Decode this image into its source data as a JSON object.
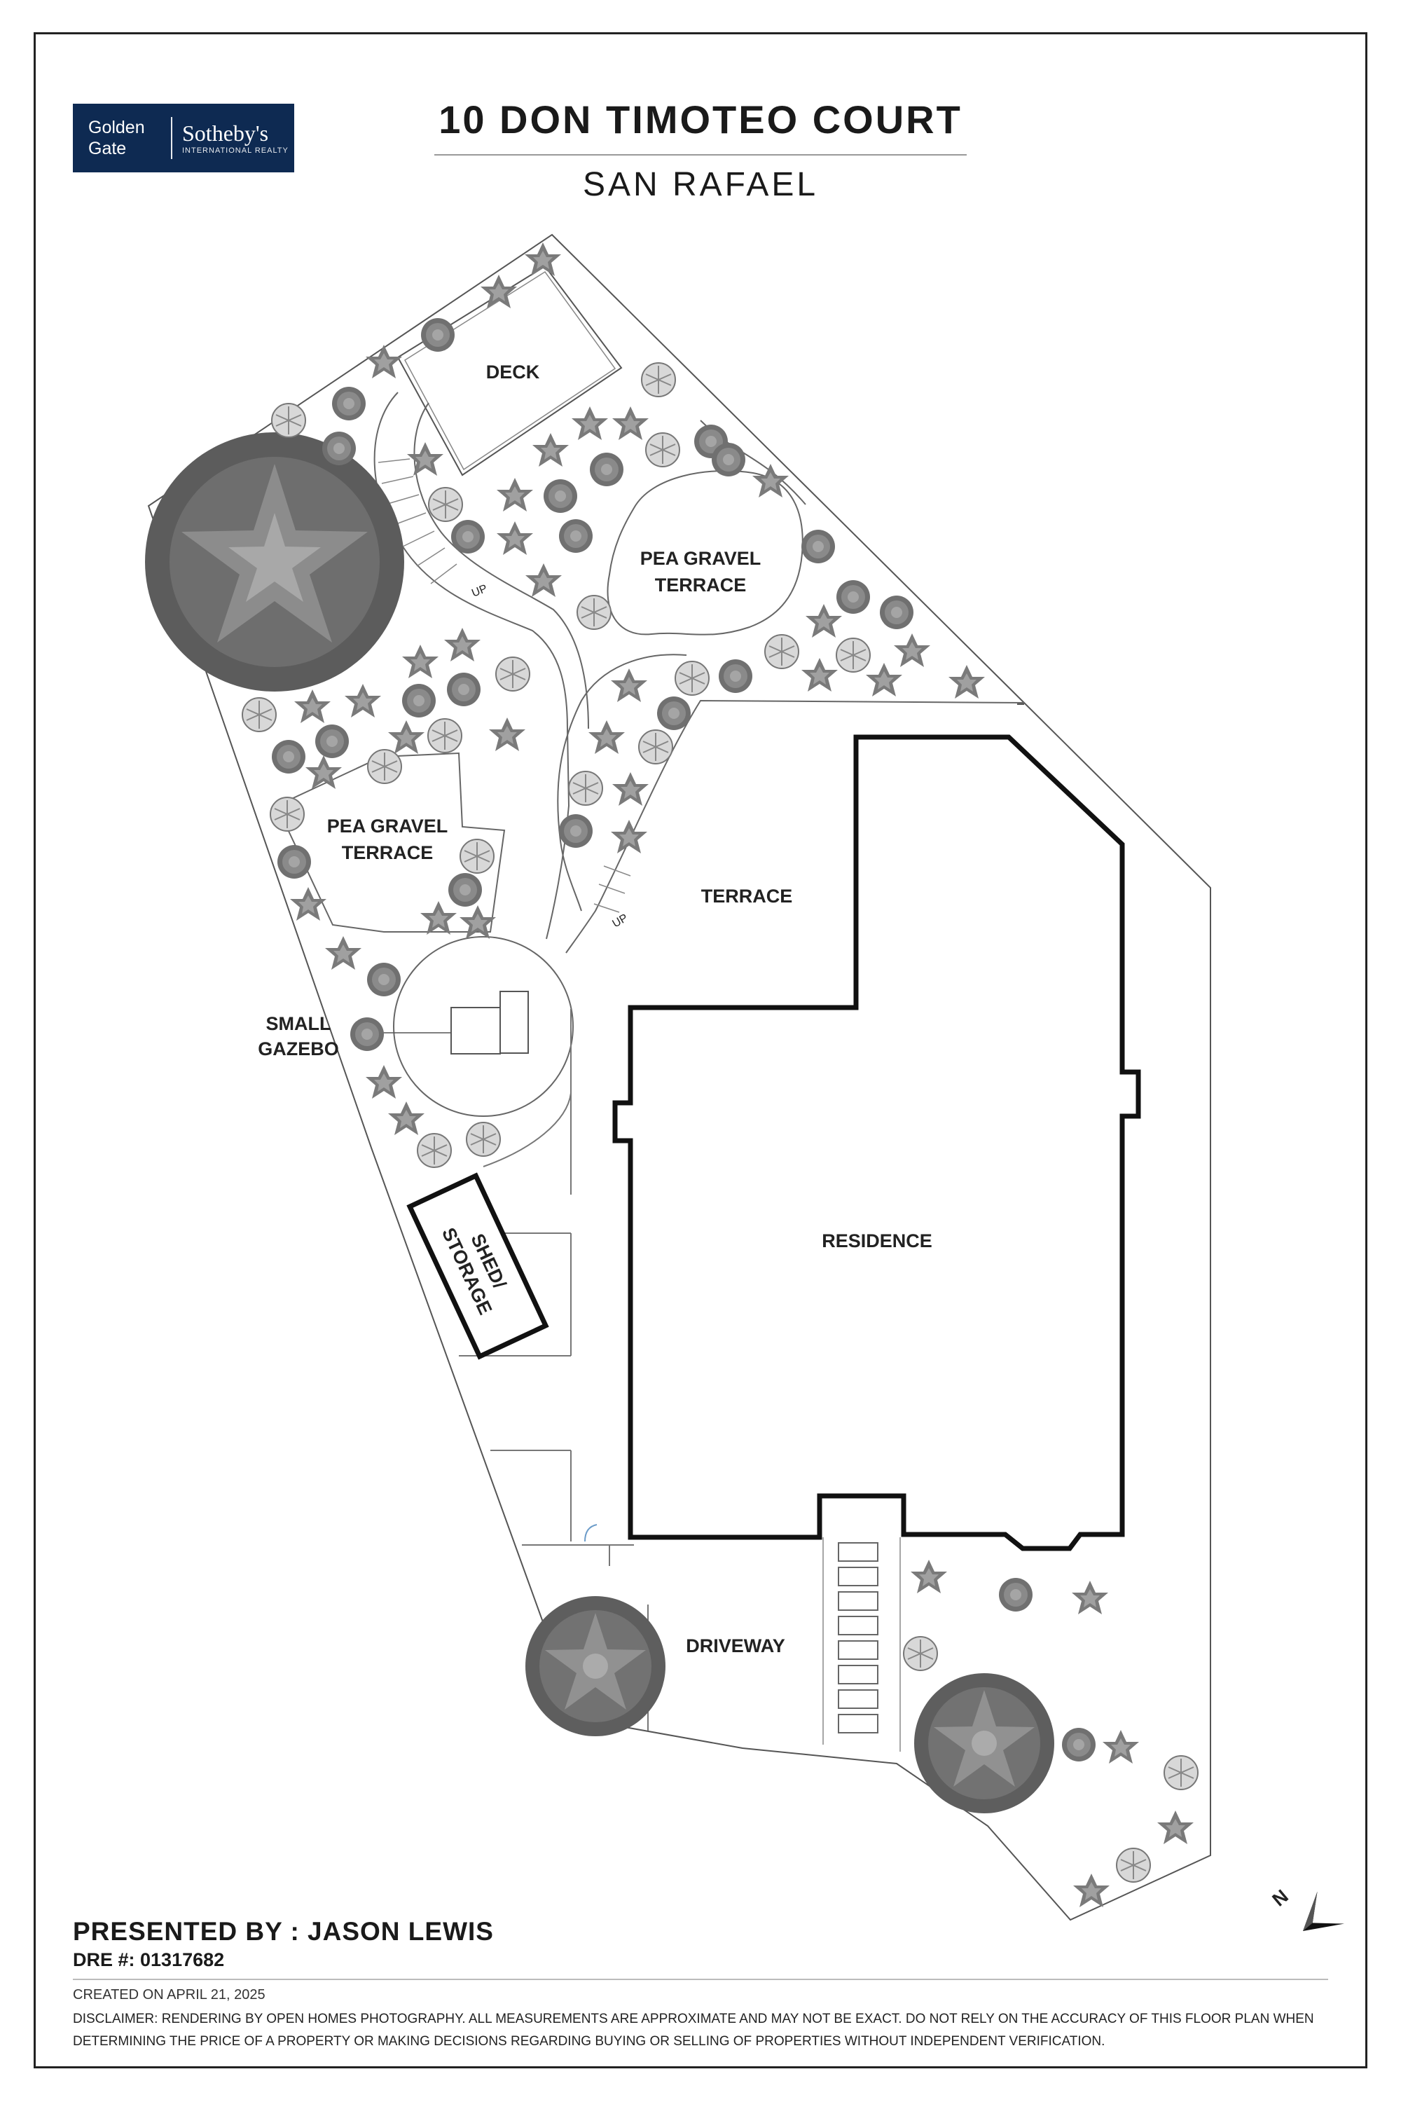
{
  "header": {
    "logo_left": "Golden\nGate",
    "logo_brand": "Sotheby's",
    "logo_sub": "INTERNATIONAL REALTY",
    "title": "10 DON TIMOTEO COURT",
    "subtitle": "SAN RAFAEL"
  },
  "plan": {
    "labels": {
      "deck": "DECK",
      "pea_gravel_upper_1": "PEA GRAVEL",
      "pea_gravel_upper_2": "TERRACE",
      "pea_gravel_lower_1": "PEA GRAVEL",
      "pea_gravel_lower_2": "TERRACE",
      "terrace": "TERRACE",
      "small_gazebo_1": "SMALL",
      "small_gazebo_2": "GAZEBO",
      "shed_1": "SHED/",
      "shed_2": "STORAGE",
      "residence": "RESIDENCE",
      "driveway": "DRIVEWAY",
      "up_1": "UP",
      "up_2": "UP",
      "north": "N"
    }
  },
  "footer": {
    "presented_by": "PRESENTED BY : JASON LEWIS",
    "dre": "DRE #: 01317682",
    "created": "CREATED ON APRIL 21, 2025",
    "disclaimer": "DISCLAIMER: RENDERING BY OPEN HOMES PHOTOGRAPHY. ALL MEASUREMENTS ARE APPROXIMATE AND MAY NOT BE EXACT. DO NOT RELY ON THE ACCURACY OF THIS FLOOR PLAN WHEN DETERMINING THE PRICE OF A PROPERTY OR MAKING DECISIONS REGARDING BUYING OR SELLING OF PROPERTIES WITHOUT INDEPENDENT VERIFICATION."
  },
  "colors": {
    "frame": "#222222",
    "logo_bg": "#0e2a52",
    "residence_outline": "#111111",
    "tree_dark": "#6a6a6a",
    "tree_light": "#b8b8b8"
  }
}
